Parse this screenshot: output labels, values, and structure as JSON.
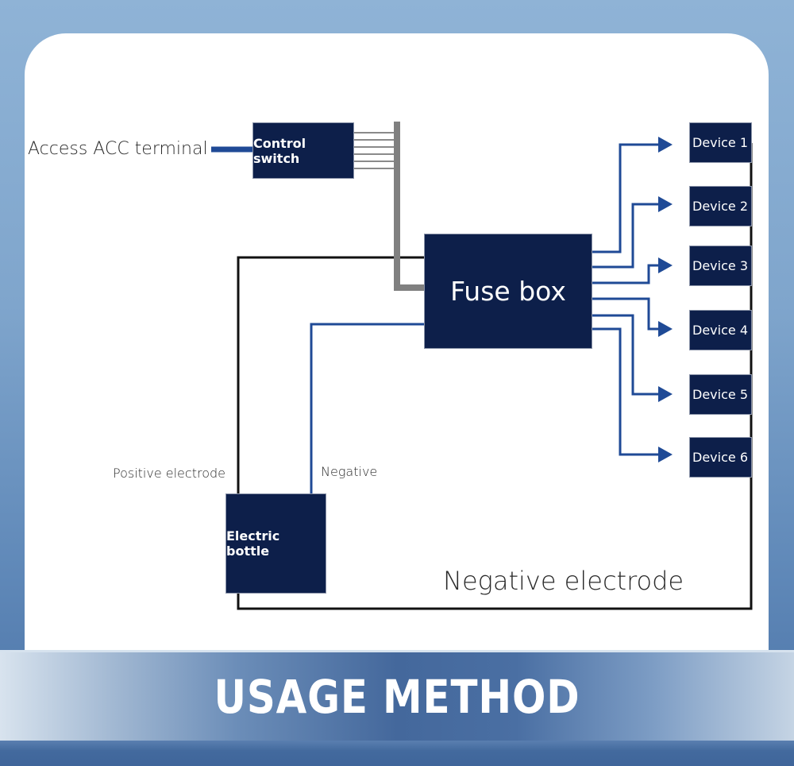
{
  "diagram": {
    "title": "USAGE METHOD",
    "labels": {
      "acc_terminal": "Access ACC terminal",
      "positive_electrode": "Positive electrode",
      "negative": "Negative",
      "negative_electrode": "Negative electrode"
    },
    "nodes": {
      "control_switch": "Control switch",
      "fuse_box": "Fuse box",
      "electric_bottle": "Electric bottle",
      "devices": [
        "Device 1",
        "Device 2",
        "Device 3",
        "Device 4",
        "Device 5",
        "Device 6"
      ]
    },
    "connections": [
      {
        "from": "Access ACC terminal",
        "to": "Control switch",
        "type": "blue"
      },
      {
        "from": "Control switch",
        "to": "Fuse box",
        "type": "gray-bus"
      },
      {
        "from": "Electric bottle",
        "to": "Fuse box",
        "type": "black",
        "label": "Positive electrode"
      },
      {
        "from": "Fuse box",
        "to": "Electric bottle",
        "type": "blue",
        "label": "Negative"
      },
      {
        "from": "Fuse box",
        "to": "Device 1",
        "type": "blue-arrow"
      },
      {
        "from": "Fuse box",
        "to": "Device 2",
        "type": "blue-arrow"
      },
      {
        "from": "Fuse box",
        "to": "Device 3",
        "type": "blue-arrow"
      },
      {
        "from": "Fuse box",
        "to": "Device 4",
        "type": "blue-arrow"
      },
      {
        "from": "Fuse box",
        "to": "Device 5",
        "type": "blue-arrow"
      },
      {
        "from": "Fuse box",
        "to": "Device 6",
        "type": "blue-arrow"
      },
      {
        "from": "Devices",
        "to": "Electric bottle",
        "type": "black",
        "label": "Negative electrode"
      }
    ],
    "colors": {
      "box": "#0d1f4a",
      "wire_blue": "#1f4a96",
      "wire_black": "#111111",
      "bus_gray": "#808080",
      "banner": "#44689c"
    }
  }
}
